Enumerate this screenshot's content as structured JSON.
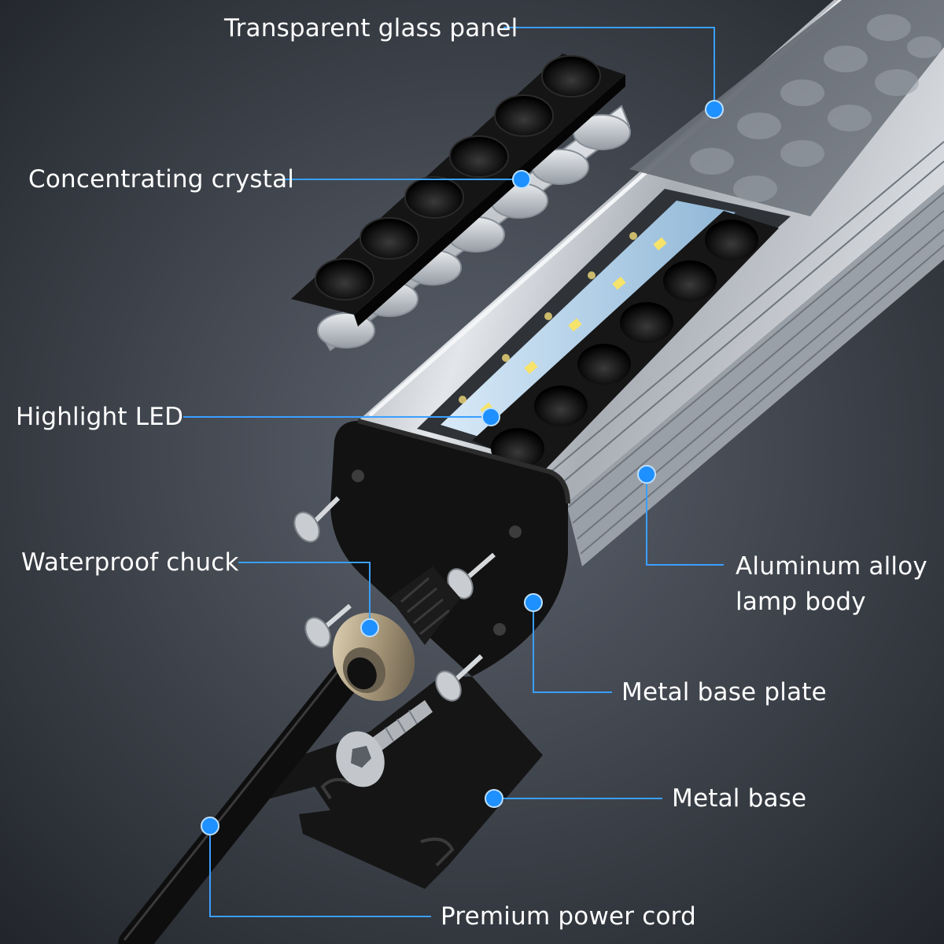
{
  "colors": {
    "background_center": "#555b66",
    "background_edge": "#22262d",
    "callout_line": "#3aa0ff",
    "callout_dot": "#1e90ff",
    "label_text": "#ffffff",
    "aluminum": "#b9bdc3",
    "black_part": "#141414",
    "led_strip": "#bcd8f0",
    "led_chip": "#f6e36a"
  },
  "callouts": [
    {
      "id": "glass-panel",
      "text": "Transparent glass panel"
    },
    {
      "id": "crystal",
      "text": "Concentrating crystal"
    },
    {
      "id": "led",
      "text": "Highlight LED"
    },
    {
      "id": "chuck",
      "text": "Waterproof chuck"
    },
    {
      "id": "body",
      "text": "Aluminum alloy\nlamp body"
    },
    {
      "id": "base-plate",
      "text": "Metal base plate"
    },
    {
      "id": "base",
      "text": "Metal base"
    },
    {
      "id": "cord",
      "text": "Premium power cord"
    }
  ]
}
